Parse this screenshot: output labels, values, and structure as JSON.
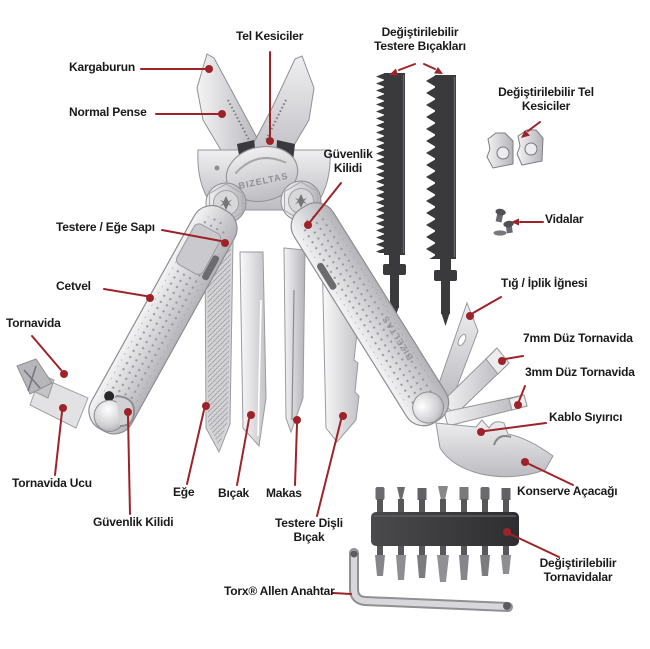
{
  "diagram": {
    "brand_center": "BIZELTAS",
    "brand_handle": "BIZELTAS",
    "colors": {
      "leader_line": "#9e2328",
      "label_text": "#1a1a1a",
      "background": "#ffffff",
      "steel": "#d0d0d4",
      "dark_parts": "#3a3a3d"
    },
    "labels": {
      "tel_kesiciler": "Tel Kesiciler",
      "kargaburun": "Kargaburun",
      "normal_pense": "Normal Pense",
      "degistirilebilir_testere_bicaklari": "Değiştirilebilir\nTestere Bıçakları",
      "degistirilebilir_tel_kesiciler": "Değiştirilebilir Tel\nKesiciler",
      "vidalar": "Vidalar",
      "guvenlik_kilidi_ust": "Güvenlik\nKilidi",
      "testere_ege_sapi": "Testere / Eğe Sapı",
      "cetvel": "Cetvel",
      "tornavida": "Tornavida",
      "tornavida_ucu": "Tornavida Ucu",
      "guvenlik_kilidi_alt": "Güvenlik Kilidi",
      "ege": "Eğe",
      "bicak": "Bıçak",
      "makas": "Makas",
      "testere_disli_bicak": "Testere Dişli\nBıçak",
      "torx_allen_anahtar": "Torx® Allen Anahtar",
      "tig_iplik_ignesi": "Tığ / İplik İğnesi",
      "duz_tornavida_7mm": "7mm Düz Tornavida",
      "duz_tornavida_3mm": "3mm Düz Tornavida",
      "kablo_siyirici": "Kablo Sıyırıcı",
      "konserve_acacagi": "Konserve Açacağı",
      "degistirilebilir_tornavidalar": "Değiştirilebilir\nTornavidalar"
    }
  }
}
